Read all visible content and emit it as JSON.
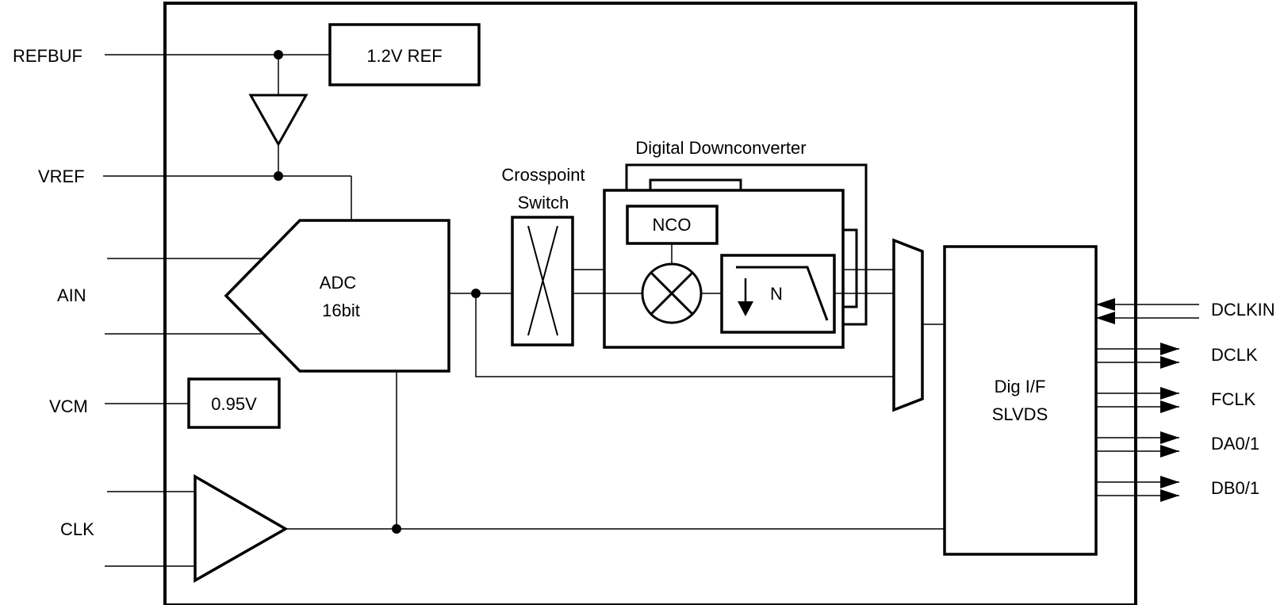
{
  "pins_left": {
    "refbuf": "REFBUF",
    "vref": "VREF",
    "ain": "AIN",
    "vcm": "VCM",
    "clk": "CLK"
  },
  "pins_right": {
    "dclkin": "DCLKIN",
    "dclk": "DCLK",
    "fclk": "FCLK",
    "da": "DA0/1",
    "db": "DB0/1"
  },
  "blocks": {
    "ref": "1.2V REF",
    "adc_line1": "ADC",
    "adc_line2": "16bit",
    "vcm_ref": "0.95V",
    "crosspoint_line1": "Crosspoint",
    "crosspoint_line2": "Switch",
    "ddc": "Digital Downconverter",
    "nco": "NCO",
    "decimation": "N",
    "digif_line1": "Dig I/F",
    "digif_line2": "SLVDS"
  }
}
